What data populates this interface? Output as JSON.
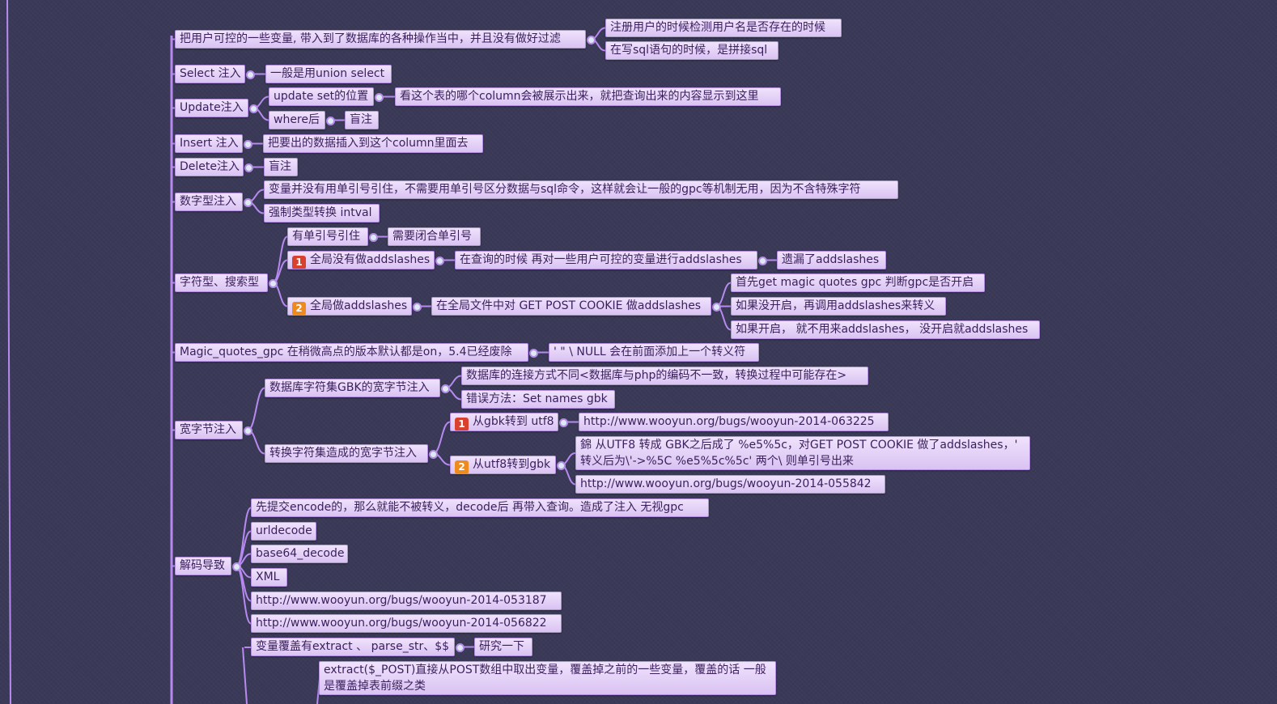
{
  "nodes": [
    {
      "id": "n1",
      "text": "把用户可控的一些变量, 带入到了数据库的各种操作当中，并且没有做好过滤"
    },
    {
      "id": "n1a",
      "text": "注册用户的时候检测用户名是否存在的时候"
    },
    {
      "id": "n1b",
      "text": "在写sql语句的时候，是拼接sql"
    },
    {
      "id": "n2",
      "text": "Select 注入"
    },
    {
      "id": "n2a",
      "text": "一般是用union select"
    },
    {
      "id": "n3",
      "text": "Update注入"
    },
    {
      "id": "n3a",
      "text": "update set的位置"
    },
    {
      "id": "n3a1",
      "text": "看这个表的哪个column会被展示出来，就把查询出来的内容显示到这里"
    },
    {
      "id": "n3b",
      "text": "where后"
    },
    {
      "id": "n3b1",
      "text": "盲注"
    },
    {
      "id": "n4",
      "text": "Insert 注入"
    },
    {
      "id": "n4a",
      "text": "把要出的数据插入到这个column里面去"
    },
    {
      "id": "n5",
      "text": "Delete注入"
    },
    {
      "id": "n5a",
      "text": "盲注"
    },
    {
      "id": "n6",
      "text": "数字型注入"
    },
    {
      "id": "n6a",
      "text": "变量并没有用单引号引住，不需要用单引号区分数据与sql命令，这样就会让一般的gpc等机制无用，因为不含特殊字符"
    },
    {
      "id": "n6b",
      "text": "强制类型转换 intval"
    },
    {
      "id": "n7",
      "text": "字符型、搜索型"
    },
    {
      "id": "n7a",
      "text": "有单引号引住"
    },
    {
      "id": "n7a1",
      "text": "需要闭合单引号"
    },
    {
      "id": "n7b",
      "text": "全局没有做addslashes",
      "badge": "1",
      "badge_color": "#d9412f"
    },
    {
      "id": "n7b1",
      "text": "在查询的时候 再对一些用户可控的变量进行addslashes"
    },
    {
      "id": "n7b2",
      "text": "遗漏了addslashes"
    },
    {
      "id": "n7c",
      "text": "全局做addslashes",
      "badge": "2",
      "badge_color": "#ef8a1f"
    },
    {
      "id": "n7c1",
      "text": "在全局文件中对 GET POST COOKIE 做addslashes"
    },
    {
      "id": "n7c1a",
      "text": "首先get magic quotes gpc 判断gpc是否开启"
    },
    {
      "id": "n7c1b",
      "text": "如果没开启，再调用addslashes来转义"
    },
    {
      "id": "n7c1c",
      "text": "如果开启， 就不用来addslashes， 没开启就addslashes"
    },
    {
      "id": "n8",
      "text": "Magic_quotes_gpc 在稍微高点的版本默认都是on，5.4已经废除"
    },
    {
      "id": "n8a",
      "text": "' \" \\ NULL 会在前面添加上一个转义符"
    },
    {
      "id": "n9",
      "text": "宽字节注入"
    },
    {
      "id": "n9a",
      "text": "数据库字符集GBK的宽字节注入"
    },
    {
      "id": "n9a1",
      "text": "数据库的连接方式不同<数据库与php的编码不一致，转换过程中可能存在>"
    },
    {
      "id": "n9a2",
      "text": "错误方法：Set names gbk"
    },
    {
      "id": "n9b",
      "text": "转换字符集造成的宽字节注入"
    },
    {
      "id": "n9b1",
      "text": "从gbk转到 utf8",
      "badge": "1",
      "badge_color": "#d9412f"
    },
    {
      "id": "n9b1a",
      "text": "http://www.wooyun.org/bugs/wooyun-2014-063225"
    },
    {
      "id": "n9b2",
      "text": "从utf8转到gbk",
      "badge": "2",
      "badge_color": "#ef8a1f"
    },
    {
      "id": "n9b2a",
      "text": "錦 从UTF8 转成 GBK之后成了 %e5%5c，对GET POST COOKIE 做了addslashes，' 转义后为\\'->%5C %e5%5c%5c' 两个\\ 则单引号出来"
    },
    {
      "id": "n9b2b",
      "text": "http://www.wooyun.org/bugs/wooyun-2014-055842"
    },
    {
      "id": "n10",
      "text": "解码导致"
    },
    {
      "id": "n10a",
      "text": "先提交encode的，那么就能不被转义，decode后 再带入查询。造成了注入 无视gpc"
    },
    {
      "id": "n10b",
      "text": "urldecode"
    },
    {
      "id": "n10c",
      "text": "base64_decode"
    },
    {
      "id": "n10d",
      "text": "XML"
    },
    {
      "id": "n10e",
      "text": "http://www.wooyun.org/bugs/wooyun-2014-053187"
    },
    {
      "id": "n10f",
      "text": "http://www.wooyun.org/bugs/wooyun-2014-056822"
    },
    {
      "id": "n11a",
      "text": "变量覆盖有extract 、 parse_str、$$"
    },
    {
      "id": "n11a1",
      "text": "研究一下"
    },
    {
      "id": "n11b",
      "text": "extract($_POST)直接从POST数组中取出变量，覆盖掉之前的一些变量，覆盖的话 一般是覆盖掉表前缀之类"
    }
  ]
}
